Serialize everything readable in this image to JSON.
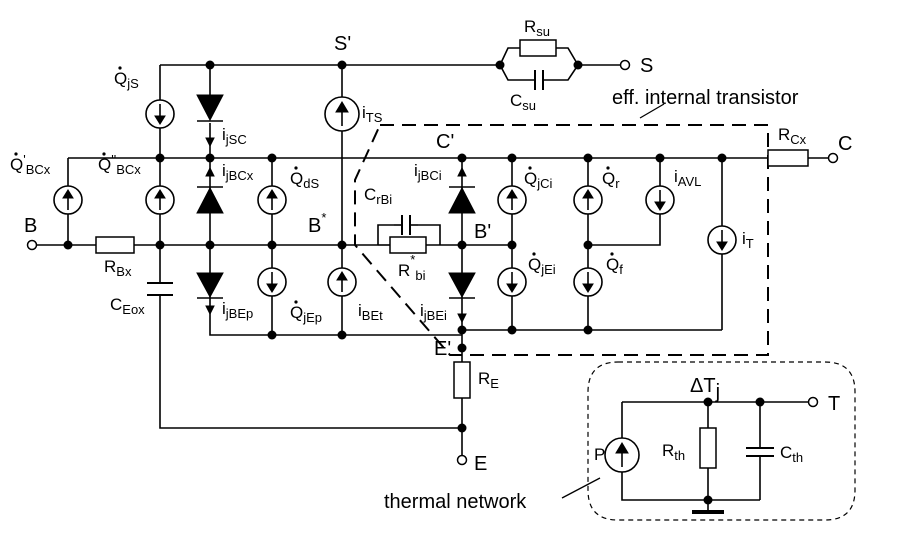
{
  "terminals": {
    "base": "B",
    "emitter": "E",
    "collector": "C",
    "substrate": "S",
    "thermal": "T"
  },
  "internal_nodes": {
    "substrate_internal": "S'",
    "collector_internal": "C'",
    "base_internal": "B'",
    "base_star": "B",
    "emitter_internal": "E'",
    "temperature_rise": "ΔT",
    "temperature_rise_sub": "j"
  },
  "elements": {
    "Q_jS": {
      "main": "Q",
      "sub": "jS"
    },
    "Q_BCx1": {
      "main": "Q",
      "prime": "'",
      "sub": "BCx"
    },
    "Q_BCx2": {
      "main": "Q",
      "prime": "''",
      "sub": "BCx"
    },
    "i_jSC": {
      "main": "i",
      "sub": "jSC"
    },
    "i_jBCx": {
      "main": "i",
      "sub": "jBCx"
    },
    "i_jBEp": {
      "main": "i",
      "sub": "jBEp"
    },
    "Q_dS": {
      "main": "Q",
      "sub": "dS"
    },
    "Q_jEp": {
      "main": "Q",
      "sub": "jEp"
    },
    "i_TS": {
      "main": "i",
      "sub": "TS"
    },
    "i_BEt": {
      "main": "i",
      "sub": "BEt"
    },
    "R_Bx": {
      "main": "R",
      "sub": "Bx"
    },
    "C_Eox": {
      "main": "C",
      "sub": "Eox"
    },
    "C_rBi": {
      "main": "C",
      "sub": "rBi"
    },
    "R_bi": {
      "main": "R",
      "sub": "bi"
    },
    "i_jBCi": {
      "main": "i",
      "sub": "jBCi"
    },
    "i_jBEi": {
      "main": "i",
      "sub": "jBEi"
    },
    "Q_jCi": {
      "main": "Q",
      "sub": "jCi"
    },
    "Q_jEi": {
      "main": "Q",
      "sub": "jEi"
    },
    "Q_r": {
      "main": "Q",
      "sub": "r"
    },
    "Q_f": {
      "main": "Q",
      "sub": "f"
    },
    "i_AVL": {
      "main": "i",
      "sub": "AVL"
    },
    "i_T": {
      "main": "i",
      "sub": "T"
    },
    "R_Cx": {
      "main": "R",
      "sub": "Cx"
    },
    "R_su": {
      "main": "R",
      "sub": "su"
    },
    "C_su": {
      "main": "C",
      "sub": "su"
    },
    "R_E": {
      "main": "R",
      "sub": "E"
    },
    "P": {
      "main": "P"
    },
    "R_th": {
      "main": "R",
      "sub": "th"
    },
    "C_th": {
      "main": "C",
      "sub": "th"
    }
  },
  "annotations": {
    "internal_transistor": "eff. internal transistor",
    "thermal_network": "thermal network"
  }
}
